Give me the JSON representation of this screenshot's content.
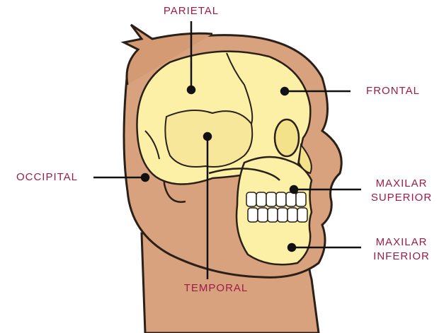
{
  "labels": {
    "parietal": "PARIETAL",
    "frontal": "FRONTAL",
    "occipital": "OCCIPITAL",
    "maxilar_superior": [
      "MAXILAR",
      "SUPERIOR"
    ],
    "temporal": "TEMPORAL",
    "maxilar_inferior": [
      "MAXILAR",
      "INFERIOR"
    ]
  },
  "colors": {
    "label_text": "#9b1c4a",
    "skin": "#d9a27e",
    "hair": "#d49a74",
    "skull": "#fbf0a6",
    "outline": "#2a2018"
  }
}
